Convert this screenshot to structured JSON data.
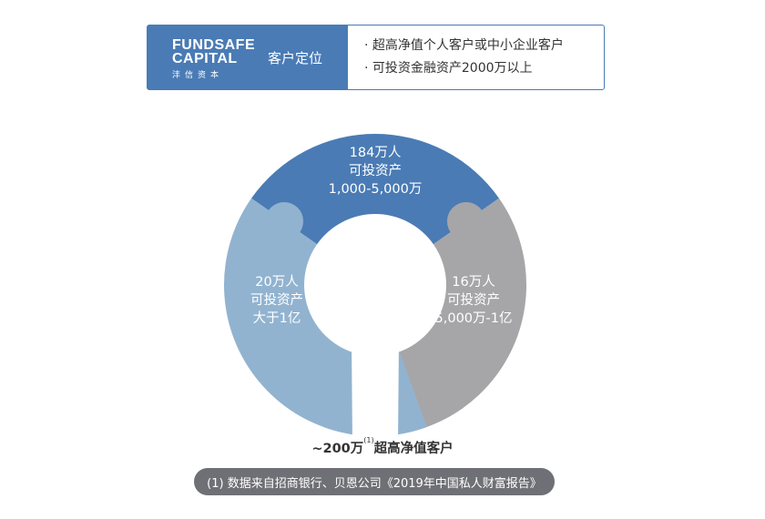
{
  "header": {
    "logo_line1": "FUNDSAFE",
    "logo_line2": "CAPITAL",
    "logo_cn": "沣信资本",
    "label": "客户定位",
    "bullets": [
      "· 超高净值个人客户或中小企业客户",
      "· 可投资金融资产2000万以上"
    ]
  },
  "chart_data": {
    "type": "pie",
    "segments": [
      {
        "lines": [
          "184万人",
          "可投资产",
          "1,000-5,000万"
        ],
        "color": "#4a7bb5"
      },
      {
        "lines": [
          "16万人",
          "可投资产",
          "5,000万-1亿"
        ],
        "color": "#a6a6a8"
      },
      {
        "lines": [
          "20万人",
          "可投资产",
          "大于1亿"
        ],
        "color": "#91b3d0"
      }
    ]
  },
  "total": {
    "text": "~200万",
    "sup": "(1)",
    "suffix": "超高净值客户"
  },
  "footnote": "(1) 数据来自招商银行、贝恩公司《2019年中国私人财富报告》"
}
